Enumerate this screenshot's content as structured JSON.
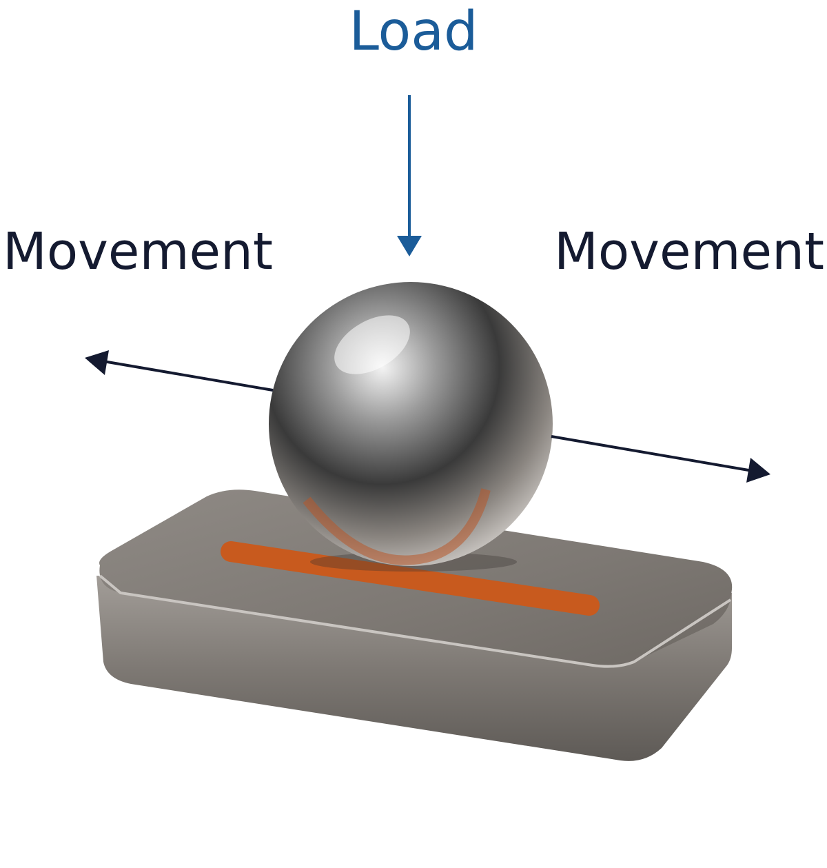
{
  "labels": {
    "load": "Load",
    "movement_left": "Movement",
    "movement_right": "Movement"
  },
  "colors": {
    "load": "#1b5c99",
    "movement": "#141a30",
    "slot": "#c85a1e",
    "plate": "#8a8580",
    "ball": "#8c8c8c"
  }
}
